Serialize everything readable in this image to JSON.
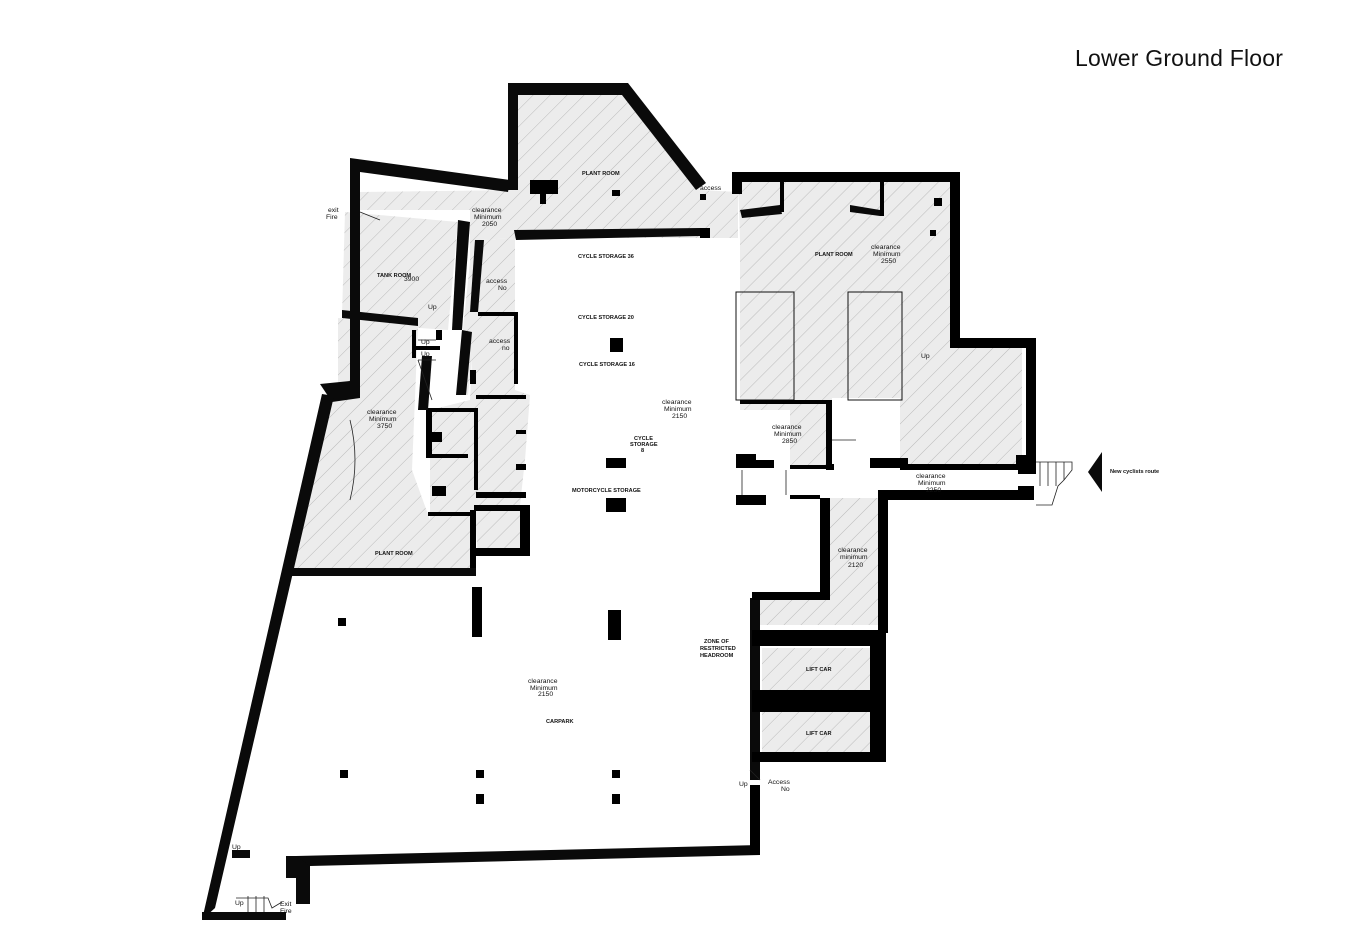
{
  "title": "Lower Ground Floor",
  "rooms": {
    "plant_room_top": "PLANT ROOM",
    "plant_room_right": "PLANT ROOM",
    "plant_room_left": "PLANT ROOM",
    "tank_room": "TANK ROOM",
    "cycle_storage_36": "CYCLE STORAGE 36",
    "cycle_storage_20": "CYCLE STORAGE 20",
    "cycle_storage_16": "CYCLE STORAGE 16",
    "cycle_storage_8_line1": "CYCLE",
    "cycle_storage_8_line2": "STORAGE",
    "cycle_storage_8_line3": "8",
    "motorcycle_storage": "MOTORCYCLE STORAGE",
    "carpark": "CARPARK",
    "lift_car_1": "LIFT CAR",
    "lift_car_2": "LIFT CAR",
    "zone_line1": "ZONE OF",
    "zone_line2": "RESTRICTED",
    "zone_line3": "HEADROOM"
  },
  "clearances": [
    {
      "line1": "clearance",
      "line2": "Minimum",
      "value": "2050"
    },
    {
      "line1": "clearance",
      "line2": "Minimum",
      "value": "2550"
    },
    {
      "line1": "clearance",
      "line2": "Minimum",
      "value": "3750"
    },
    {
      "line1": "clearance",
      "line2": "Minimum",
      "value": "2150"
    },
    {
      "line1": "clearance",
      "line2": "Minimum",
      "value": "2850"
    },
    {
      "line1": "clearance",
      "line2": "Minimum",
      "value": "2250"
    },
    {
      "line1": "clearance",
      "line2": "minimum",
      "value": "2120"
    },
    {
      "line1": "clearance",
      "line2": "Minimum",
      "value": "2150"
    }
  ],
  "tank_room_height": "3900",
  "notes": {
    "exit_fire_top_1": "exit",
    "exit_fire_top_2": "Fire",
    "exit_fire_bottom_1": "Exit",
    "exit_fire_bottom_2": "Fire",
    "access_no_1a": "access",
    "access_no_1b": "No",
    "access_no_2a": "access",
    "access_no_2b": "no",
    "access_no_3a": "Access",
    "access_no_3b": "No",
    "up_1": "Up",
    "up_2": "Up",
    "up_3": "Up",
    "up_4": "Up",
    "up_5": "Up",
    "up_6": "Up",
    "up_7": "Up",
    "new_cyclists_route": "New cyclists route",
    "access_top": "access"
  }
}
